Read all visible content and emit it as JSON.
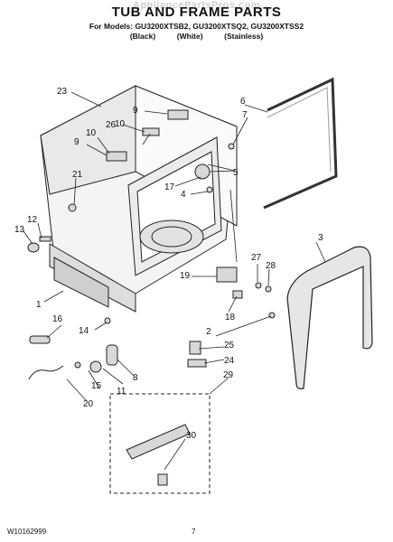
{
  "watermark": "AppliancePartsPros.com",
  "title": "TUB AND FRAME PARTS",
  "subtitle_models": "For Models: GU3200XTSB2, GU3200XTSQ2, GU3200XTSS2",
  "subtitle_colors": "(Black)          (White)          (Stainless)",
  "footer_doc": "W10162999",
  "footer_page": "7",
  "part_labels": [
    "1",
    "2",
    "3",
    "4",
    "5",
    "6",
    "7",
    "8",
    "9",
    "10",
    "11",
    "12",
    "13",
    "14",
    "15",
    "16",
    "17",
    "18",
    "19",
    "20",
    "21",
    "23",
    "24",
    "25",
    "26",
    "27",
    "28",
    "29",
    "30"
  ]
}
